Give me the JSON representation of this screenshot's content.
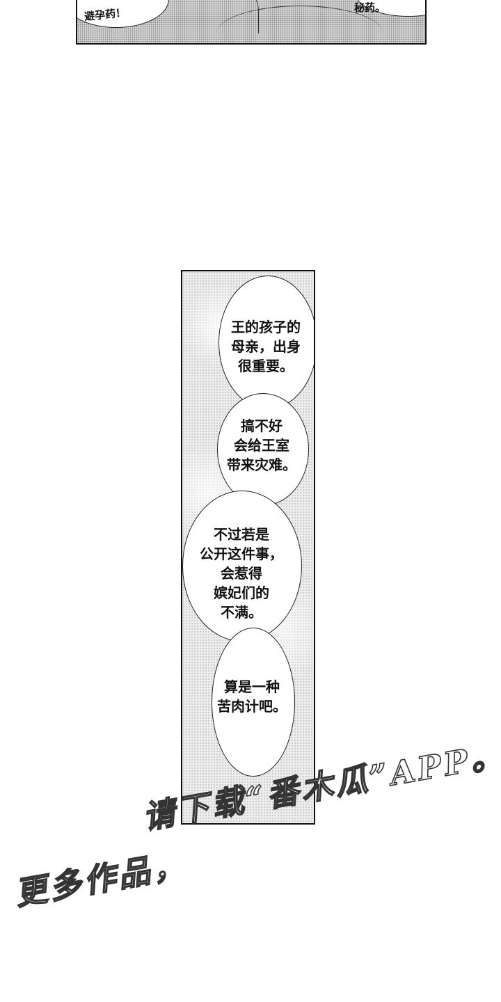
{
  "top_panel": {
    "left_text": "避孕药！",
    "right_text": "秘药。"
  },
  "tall_panel": {
    "bubbles": [
      {
        "lines": [
          "王的孩子的",
          "母亲，出身",
          "很重要。"
        ]
      },
      {
        "lines": [
          "搞不好",
          "会给王室",
          "带来灾难。"
        ]
      },
      {
        "lines": [
          "不过若是",
          "公开这件事，",
          "会惹得",
          "嫔妃们的",
          "不满。"
        ]
      },
      {
        "lines": [
          "算是一种",
          "苦肉计吧。"
        ]
      }
    ]
  },
  "watermark": {
    "line1": "更多作品，",
    "line2": "请下载“番木瓜”APP。"
  }
}
